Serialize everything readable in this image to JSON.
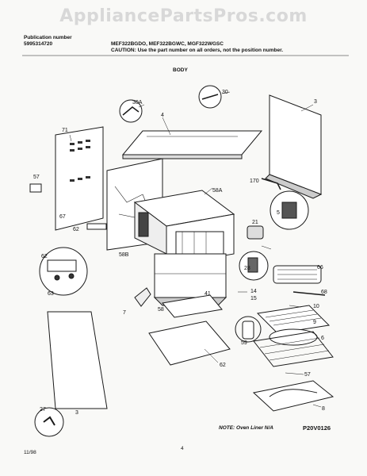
{
  "watermark": "AppliancePartsPros.com",
  "header": {
    "pub_label": "Publication number",
    "pub_number": "5995314720",
    "models": "MEF322BGDO, MEF322BGWC, MGF322WGSC",
    "caution": "CAUTION:  Use the part number on all orders, not the position number."
  },
  "section_title": "BODY",
  "callouts": [
    "30A",
    "30",
    "4",
    "3",
    "71",
    "57",
    "67",
    "62",
    "58A",
    "170",
    "5",
    "21",
    "58B",
    "62",
    "63",
    "66",
    "68",
    "28",
    "41",
    "14",
    "15",
    "58",
    "7",
    "10",
    "9",
    "59",
    "6",
    "62",
    "57",
    "8",
    "27",
    "3"
  ],
  "footer": {
    "date": "11/98",
    "page": "4",
    "note": "NOTE: Oven Liner N/A",
    "code": "P20V0126"
  },
  "colors": {
    "ink": "#1a1a1a",
    "paper": "#f9f9f7",
    "watermark": "#d8d8d8"
  }
}
